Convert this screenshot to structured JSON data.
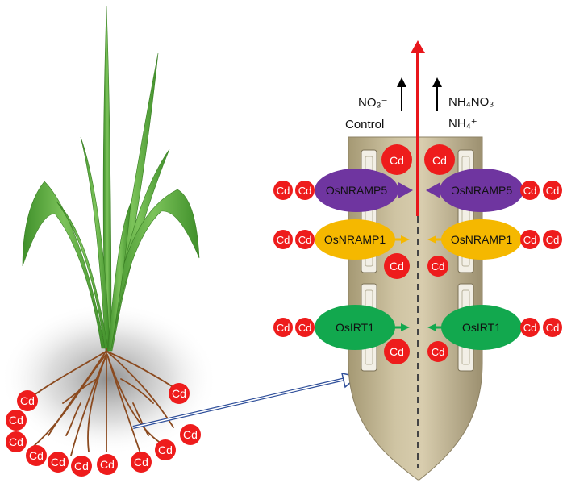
{
  "labels": {
    "no3": "NO₃⁻",
    "control": "Control",
    "nh4no3": "NH₄NO₃",
    "nh4": "NH₄⁺"
  },
  "transporters": {
    "nramp5": "OsNRAMP5",
    "nramp1": "OsNRAMP1",
    "irt1": "OsIRT1"
  },
  "ion": "Cd",
  "colors": {
    "cd": "#ee1c1c",
    "nramp5": "#6f35a0",
    "nramp1": "#f5b800",
    "irt1": "#12a84e",
    "flow_arrow": "#e8161b",
    "pointer_arrow": "#2f4f9a",
    "root_tip": "#b7ab86",
    "leaf": "#5aa83a",
    "root": "#8b4a1f"
  }
}
